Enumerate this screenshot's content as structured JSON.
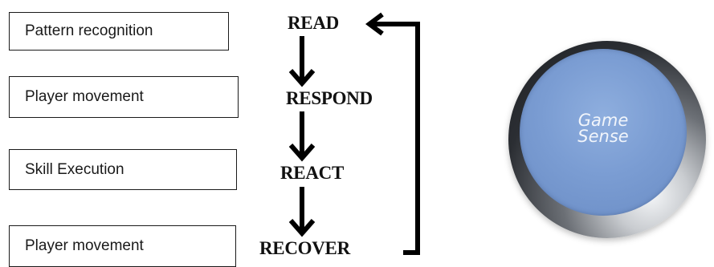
{
  "left_boxes": [
    {
      "label": "Pattern recognition"
    },
    {
      "label": "Player movement"
    },
    {
      "label": "Skill Execution"
    },
    {
      "label": "Player movement"
    }
  ],
  "cycle": {
    "steps": [
      "READ",
      "RESPOND",
      "REACT",
      "RECOVER"
    ],
    "arrow_icon": "arrow-down-icon",
    "return_arrow_icon": "loop-back-arrow-icon"
  },
  "badge": {
    "line1": "Game",
    "line2": "Sense",
    "face_color": "#7b9dd3",
    "rim_color": "#2b2e33"
  }
}
